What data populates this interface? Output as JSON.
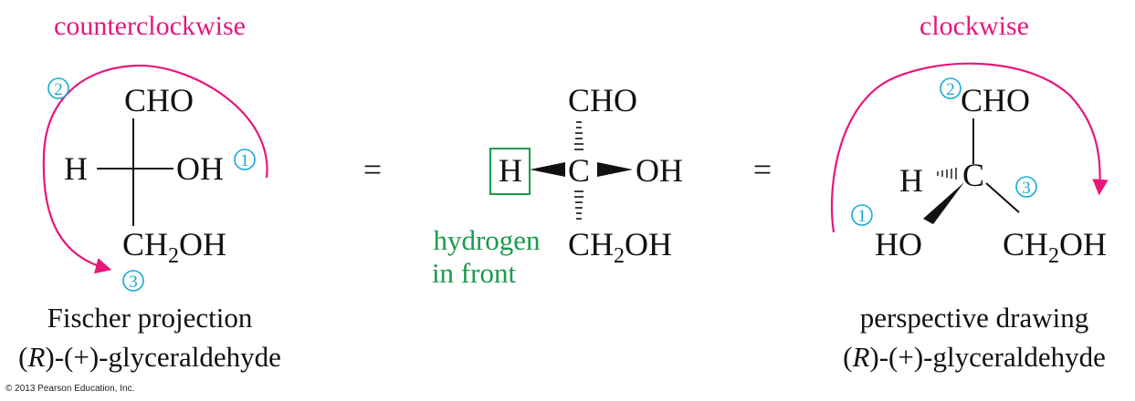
{
  "colors": {
    "magenta": "#e6177a",
    "cyan": "#16a9d8",
    "green": "#1a9b4b",
    "black": "#111111"
  },
  "left": {
    "direction": "counterclockwise",
    "top_group": "CHO",
    "left_atom": "H",
    "right_group": "OH",
    "bottom_group_main": "CH",
    "bottom_group_sub": "2",
    "bottom_group_tail": "OH",
    "priority_1": "1",
    "priority_2": "2",
    "priority_3": "3",
    "caption_line1": "Fischer projection",
    "caption_line2_open": "(",
    "caption_line2_r": "R",
    "caption_line2_rest": ")-(+)-glyceraldehyde"
  },
  "equals_1": "=",
  "middle": {
    "top_group": "CHO",
    "left_atom": "H",
    "center_atom": "C",
    "right_group": "OH",
    "bottom_group_main": "CH",
    "bottom_group_sub": "2",
    "bottom_group_tail": "OH",
    "annotation_line1": "hydrogen",
    "annotation_line2": "in front"
  },
  "equals_2": "=",
  "right": {
    "direction": "clockwise",
    "top_group": "CHO",
    "left_atom": "H",
    "center_atom": "C",
    "bottom_left_group": "HO",
    "bottom_right_main": "CH",
    "bottom_right_sub": "2",
    "bottom_right_tail": "OH",
    "priority_1": "1",
    "priority_2": "2",
    "priority_3": "3",
    "caption_line1": "perspective drawing",
    "caption_line2_open": "(",
    "caption_line2_r": "R",
    "caption_line2_rest": ")-(+)-glyceraldehyde"
  },
  "copyright": "© 2013 Pearson Education, Inc."
}
